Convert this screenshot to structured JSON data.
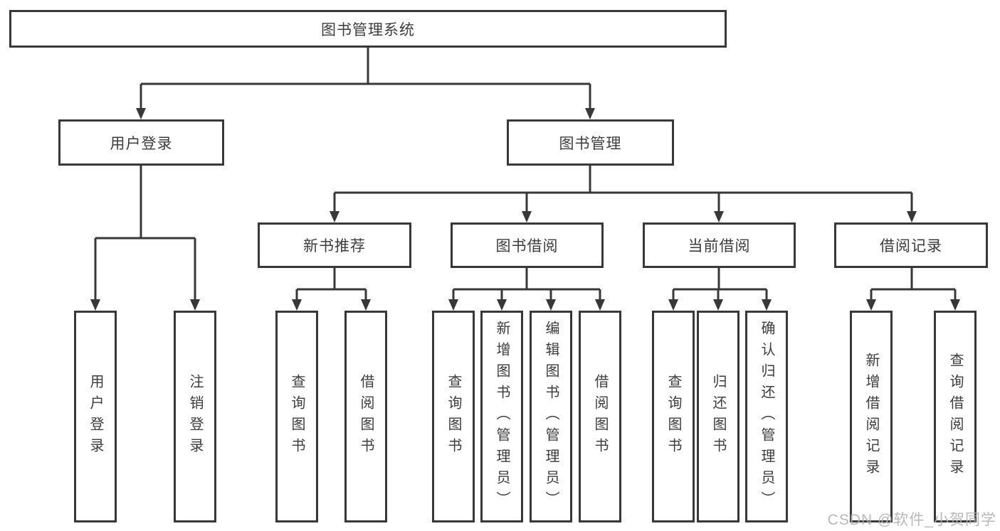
{
  "diagram": {
    "type": "hierarchy-chart",
    "tree": {
      "root": {
        "label": "图书管理系统",
        "children": [
          {
            "label": "用户登录",
            "children": [
              {
                "label": "用户登录"
              },
              {
                "label": "注销登录"
              }
            ]
          },
          {
            "label": "图书管理",
            "children": [
              {
                "label": "新书推荐",
                "children": [
                  {
                    "label": "查询图书"
                  },
                  {
                    "label": "借阅图书"
                  }
                ]
              },
              {
                "label": "图书借阅",
                "children": [
                  {
                    "label": "查询图书"
                  },
                  {
                    "label": "新增图书（管理员）"
                  },
                  {
                    "label": "编辑图书（管理员）"
                  },
                  {
                    "label": "借阅图书"
                  }
                ]
              },
              {
                "label": "当前借阅",
                "children": [
                  {
                    "label": "查询图书"
                  },
                  {
                    "label": "归还图书"
                  },
                  {
                    "label": "确认归还（管理员）"
                  }
                ]
              },
              {
                "label": "借阅记录",
                "children": [
                  {
                    "label": "新增借阅记录"
                  },
                  {
                    "label": "查询借阅记录"
                  }
                ]
              }
            ]
          }
        ]
      }
    },
    "colors": {
      "line": "#383838",
      "box_border": "#383838",
      "box_fill": "#ffffff",
      "text": "#3d3d3d",
      "watermark_text": "#b2b0b0",
      "background": "#ffffff"
    }
  },
  "watermark": {
    "text": "CSDN @软件_小贺同学"
  }
}
